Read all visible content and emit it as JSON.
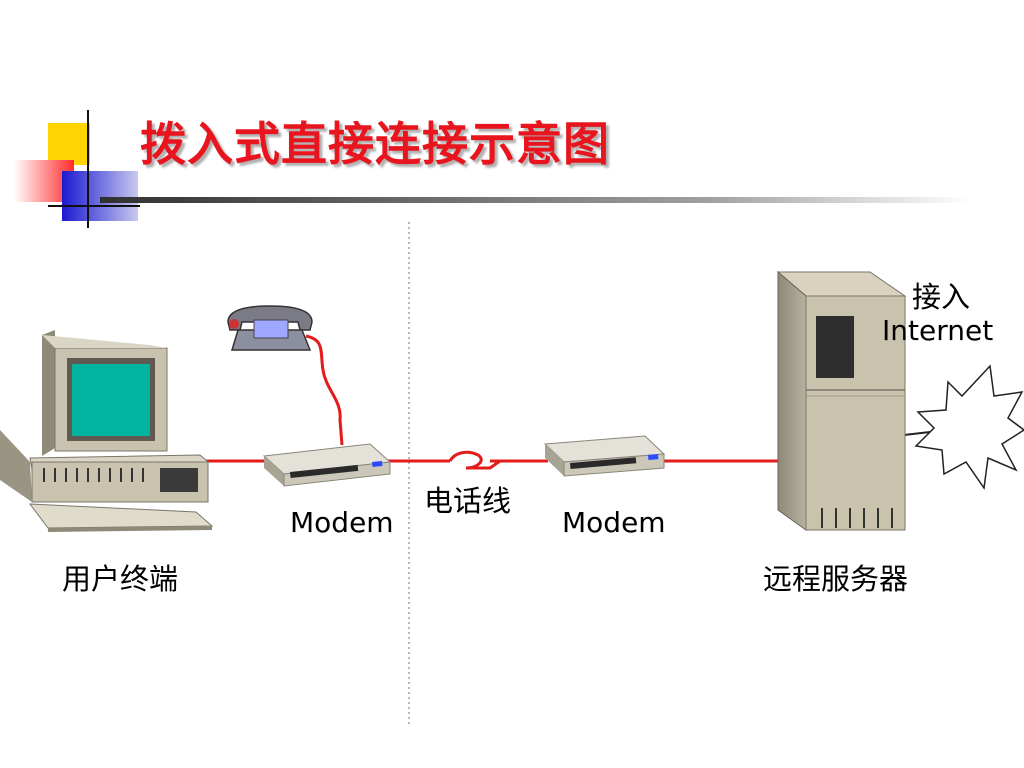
{
  "title": "拨入式直接连接示意图",
  "labels": {
    "user_terminal": "用户终端",
    "modem_left": "Modem",
    "phone_line": "电话线",
    "modem_right": "Modem",
    "remote_server": "远程服务器",
    "internet_access_line1": "接入",
    "internet_access_line2": "Internet"
  },
  "colors": {
    "title": "#e8141e",
    "line": "#e31b1b",
    "accent_yellow": "#ffd400",
    "accent_blue": "#2b2bd6",
    "accent_red": "#ff3b3b"
  }
}
